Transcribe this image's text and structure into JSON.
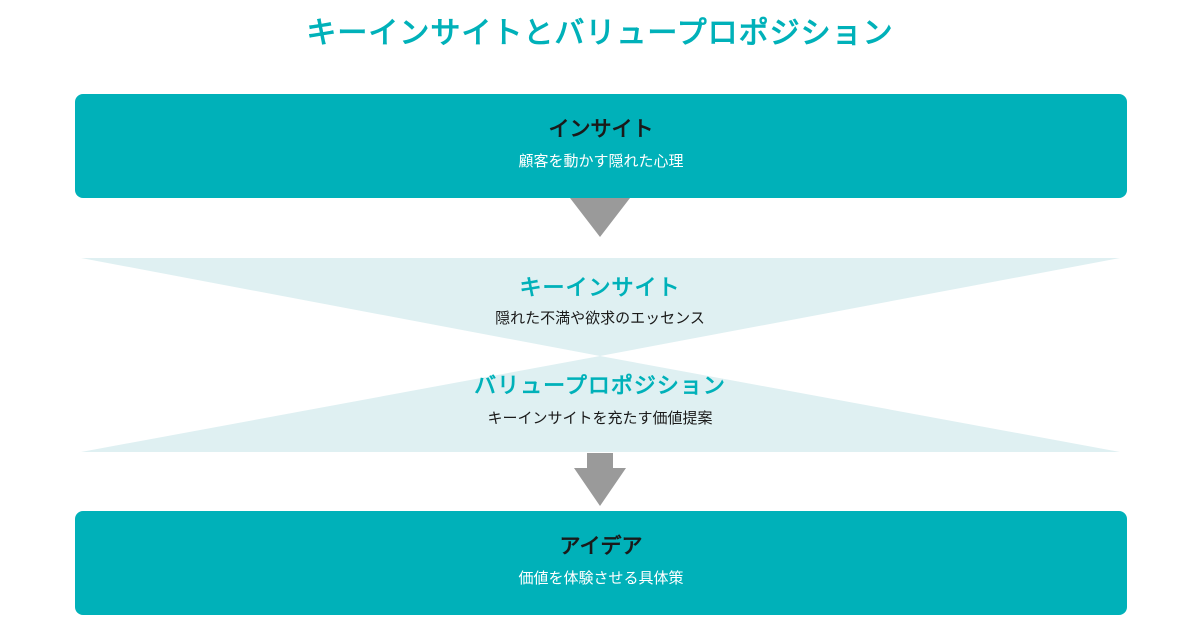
{
  "title": "キーインサイトとバリュープロポジション",
  "colors": {
    "accent": "#00b1b9",
    "band": "#dff0f2",
    "arrow": "#9a9a9a"
  },
  "insight": {
    "heading": "インサイト",
    "subtitle": "顧客を動かす隠れた心理"
  },
  "key_insight": {
    "heading": "キーインサイト",
    "subtitle": "隠れた不満や欲求のエッセンス"
  },
  "value_proposition": {
    "heading": "バリュープロポジション",
    "subtitle": "キーインサイトを充たす価値提案"
  },
  "idea": {
    "heading": "アイデア",
    "subtitle": "価値を体験させる具体策"
  }
}
